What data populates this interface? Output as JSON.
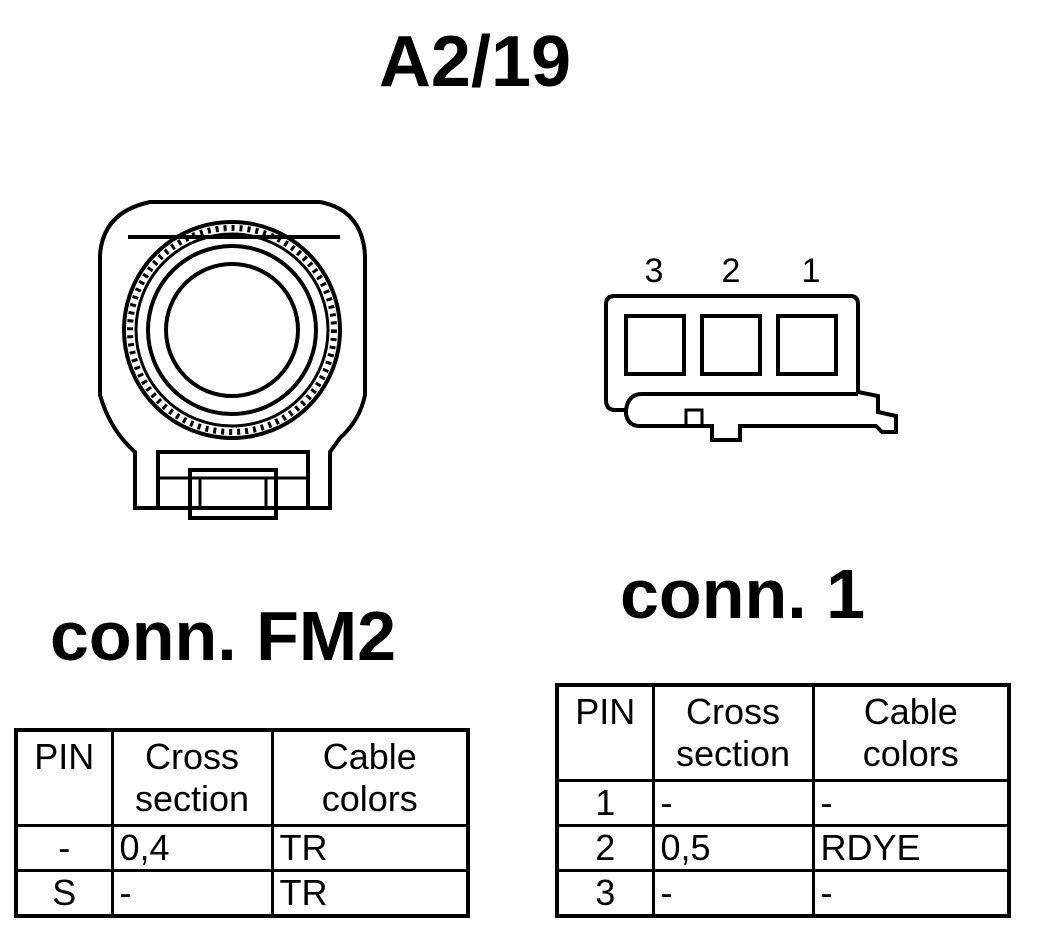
{
  "title": "A2/19",
  "connectors": {
    "fm2": {
      "label": "conn. FM2",
      "headers": {
        "pin": "PIN",
        "cross_line1": "Cross",
        "cross_line2": "section",
        "cable_line1": "Cable",
        "cable_line2": "colors"
      },
      "rows": [
        {
          "pin": "-",
          "cross": "0,4",
          "color": "TR"
        },
        {
          "pin": "S",
          "cross": "-",
          "color": "TR"
        }
      ]
    },
    "conn1": {
      "label": "conn. 1",
      "pin_labels": [
        "3",
        "2",
        "1"
      ],
      "headers": {
        "pin": "PIN",
        "cross_line1": "Cross",
        "cross_line2": "section",
        "cable_line1": "Cable",
        "cable_line2": "colors"
      },
      "rows": [
        {
          "pin": "1",
          "cross": "-",
          "color": "-"
        },
        {
          "pin": "2",
          "cross": "0,5",
          "color": "RDYE"
        },
        {
          "pin": "3",
          "cross": "-",
          "color": "-"
        }
      ]
    }
  }
}
